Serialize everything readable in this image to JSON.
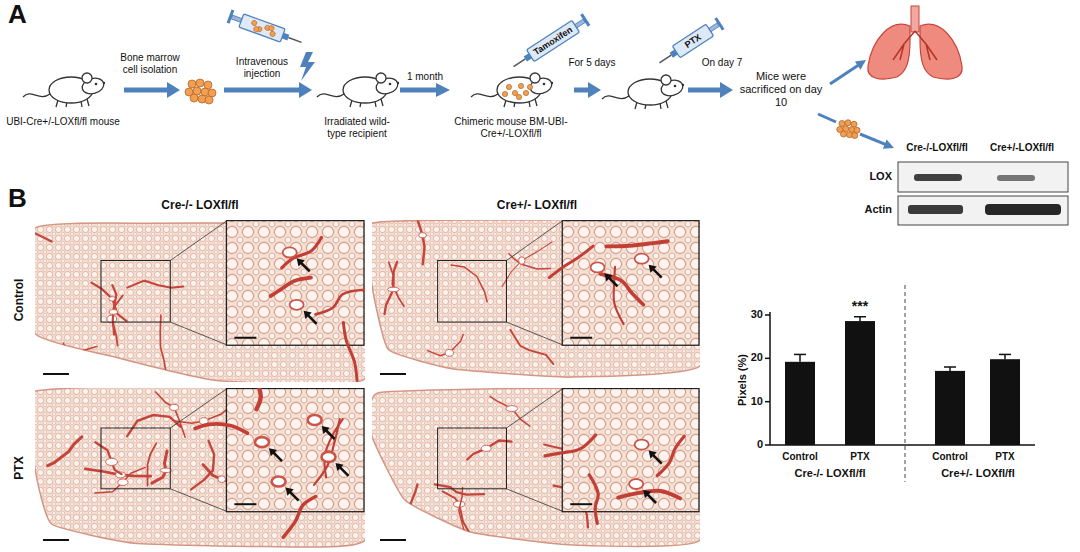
{
  "diagram": {
    "nodes": [
      {
        "text": [
          "UBI-Cre+/-LOXfl/fl mouse"
        ]
      },
      {
        "text": [
          "Irradiated wild-type recipient"
        ]
      },
      {
        "text": [
          "Chimeric mouse BM-UBI-Cre+/-LOXfl/fl"
        ]
      },
      {
        "text": [
          "Mice were sacrificed on day 10"
        ]
      }
    ],
    "edges": [
      {
        "from": 1,
        "to": 2,
        "arrow": "to",
        "label": "1 month"
      }
    ],
    "labels": [
      "A",
      "Bone marrow cell isolation",
      "Intravenous injection",
      "Tamoxifen",
      "For 5 days",
      "PTX",
      "On day 7",
      "Cre-/-LOXfl/fl",
      "Cre+/-LOXfl/fl",
      "LOX",
      "Actin",
      "B",
      "Cre-/- LOXfl/fl",
      "Cre+/- LOXfl/fl",
      "Control",
      "PTX",
      "30",
      "20",
      "10",
      "0",
      "Pixels (%)",
      "***",
      "Control",
      "PTX",
      "Control",
      "PTX",
      "Cre-/- LOXfl/fl",
      "Cre+/- LOXfl/fl"
    ]
  }
}
